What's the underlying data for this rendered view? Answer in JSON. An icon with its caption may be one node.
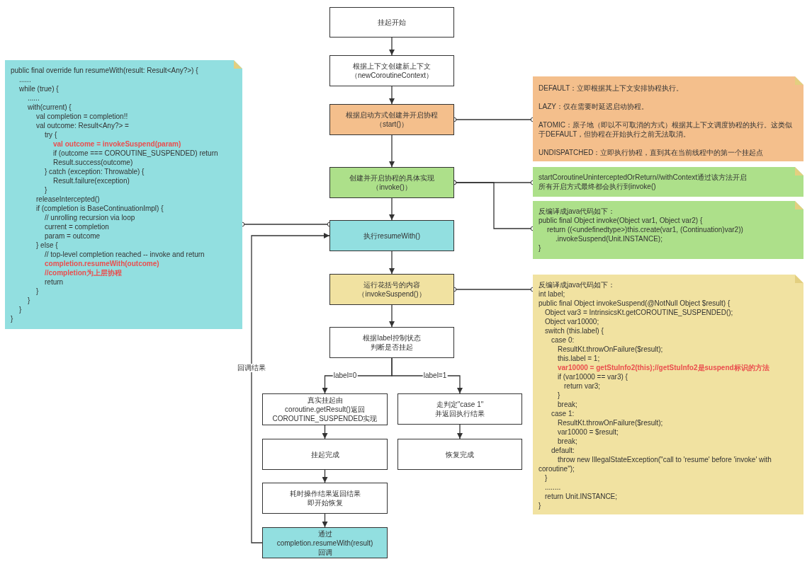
{
  "diagram": {
    "nodes": [
      {
        "text": [
          "挂起开始"
        ]
      },
      {
        "text": [
          "根据上下文创建新上下文",
          "（newCoroutineContext）"
        ]
      },
      {
        "text": [
          "根据启动方式创建并开启协程",
          "（start()）"
        ]
      },
      {
        "text": [
          "创建并开启协程的具体实现",
          "（invoke()）"
        ]
      },
      {
        "text": [
          "执行resumeWith()"
        ]
      },
      {
        "text": [
          "运行花括号的内容",
          "（invokeSuspend()）"
        ]
      },
      {
        "text": [
          "根据label控制状态",
          "判断是否挂起"
        ]
      },
      {
        "text": [
          "真实挂起由",
          "coroutine.getResult()返回",
          "COROUTINE_SUSPENDED实现"
        ]
      },
      {
        "text": [
          "走判定\"case 1\"",
          "并返回执行结果"
        ]
      },
      {
        "text": [
          "挂起完成"
        ]
      },
      {
        "text": [
          "恢复完成"
        ]
      },
      {
        "text": [
          "耗时操作结果返回结果",
          "即开始恢复"
        ]
      },
      {
        "text": [
          "通过",
          "completion.resumeWith(result)",
          "回调"
        ]
      },
      {
        "text": [
          "public final override fun resumeWith(result: Result<Any?>) {",
          "......",
          "while (true) {",
          "......",
          "with(current) {",
          "val completion = completion!!",
          "val outcome: Result<Any?> =",
          "try {",
          "val outcome = invokeSuspend(param)",
          "if (outcome === COROUTINE_SUSPENDED) return",
          "Result.success(outcome)",
          "} catch (exception: Throwable) {",
          "Result.failure(exception)",
          "}",
          "releaseIntercepted()",
          "if (completion is BaseContinuationImpl) {",
          "// unrolling recursion via loop",
          "current = completion",
          "param = outcome",
          "} else {",
          "// top-level completion reached -- invoke and return",
          "completion.resumeWith(outcome)",
          "//completion为上层协程",
          "return",
          "}",
          "}",
          "}",
          "}"
        ]
      },
      {
        "text": [
          "DEFAULT：立即根据其上下文安排协程执行。",
          "LAZY：仅在需要时延迟启动协程。",
          "ATOMIC：原子地（即以不可取消的方式）根据其上下文调度协程的执行。这类似于DEFAULT，但协程在开始执行之前无法取消。",
          "UNDISPATCHED：立即执行协程，直到其在当前线程中的第一个挂起点"
        ]
      },
      {
        "text": [
          "startCoroutineUninterceptedOrReturn//withContext通过该方法开启",
          "所有开启方式最终都会执行到invoke()"
        ]
      },
      {
        "text": [
          "反编译成java代码如下：",
          "public final Object invoke(Object var1, Object var2) {",
          "return ((<undefinedtype>)this.create(var1, (Continuation)var2))",
          ".invokeSuspend(Unit.INSTANCE);",
          "}"
        ]
      },
      {
        "text": [
          "反编译成java代码如下：",
          "int label;",
          "public final Object invokeSuspend(@NotNull Object $result) {",
          "Object var3 = IntrinsicsKt.getCOROUTINE_SUSPENDED();",
          "Object var10000;",
          "switch (this.label) {",
          "case 0:",
          "ResultKt.throwOnFailure($result);",
          "this.label = 1;",
          "var10000 = getStuInfo2(this);//getStuInfo2是suspend标识的方法",
          "if (var10000 == var3) {",
          "return var3;",
          "}",
          "break;",
          "case 1:",
          "ResultKt.throwOnFailure($result);",
          "var10000 = $result;",
          "break;",
          "default:",
          "throw new IllegalStateException(\"call to 'resume' before 'invoke' with coroutine\");",
          "}",
          "........",
          "return Unit.INSTANCE;",
          "}"
        ]
      }
    ],
    "edges": [
      {
        "from": 0,
        "to": 1,
        "arrow": "to"
      },
      {
        "from": 1,
        "to": 2,
        "arrow": "to"
      },
      {
        "from": 2,
        "to": 3,
        "arrow": "to"
      },
      {
        "from": 3,
        "to": 4,
        "arrow": "to"
      },
      {
        "from": 4,
        "to": 5,
        "arrow": "to"
      },
      {
        "from": 5,
        "to": 6,
        "arrow": "to"
      },
      {
        "from": 6,
        "to": 7,
        "arrow": "to",
        "label": "label=0"
      },
      {
        "from": 6,
        "to": 8,
        "arrow": "to",
        "label": "label=1"
      },
      {
        "from": 7,
        "to": 9,
        "arrow": "to"
      },
      {
        "from": 8,
        "to": 10,
        "arrow": "to"
      },
      {
        "from": 9,
        "to": 11,
        "arrow": "to"
      },
      {
        "from": 11,
        "to": 12,
        "arrow": "to"
      },
      {
        "from": 12,
        "to": 4,
        "arrow": "to",
        "label": "回调结果"
      },
      {
        "from": 4,
        "to": 13,
        "arrow": "other"
      },
      {
        "from": 2,
        "to": 14,
        "arrow": "other"
      },
      {
        "from": 3,
        "to": 15,
        "arrow": "other"
      },
      {
        "from": 3,
        "to": 16,
        "arrow": "other"
      },
      {
        "from": 5,
        "to": 17,
        "arrow": "other"
      }
    ]
  }
}
